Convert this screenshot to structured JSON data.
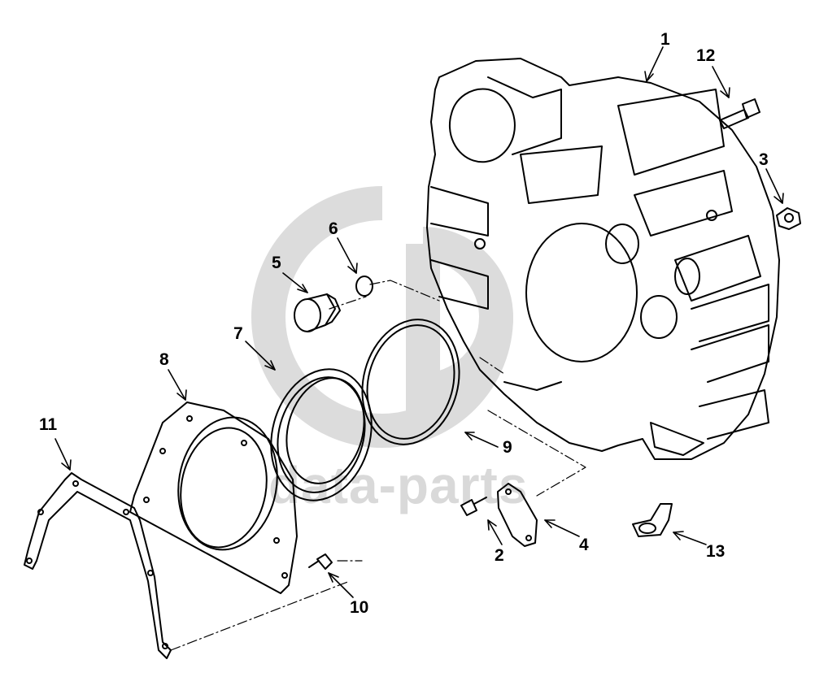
{
  "diagram": {
    "watermark_text": "data-parts",
    "line_color": "#000000",
    "watermark_color": "#d9d9d9",
    "callouts": [
      {
        "id": "c1",
        "label": "1"
      },
      {
        "id": "c2",
        "label": "2"
      },
      {
        "id": "c3",
        "label": "3"
      },
      {
        "id": "c4",
        "label": "4"
      },
      {
        "id": "c5",
        "label": "5"
      },
      {
        "id": "c6",
        "label": "6"
      },
      {
        "id": "c7",
        "label": "7"
      },
      {
        "id": "c8",
        "label": "8"
      },
      {
        "id": "c9",
        "label": "9"
      },
      {
        "id": "c10",
        "label": "10"
      },
      {
        "id": "c11",
        "label": "11"
      },
      {
        "id": "c12",
        "label": "12"
      },
      {
        "id": "c13",
        "label": "13"
      }
    ]
  }
}
